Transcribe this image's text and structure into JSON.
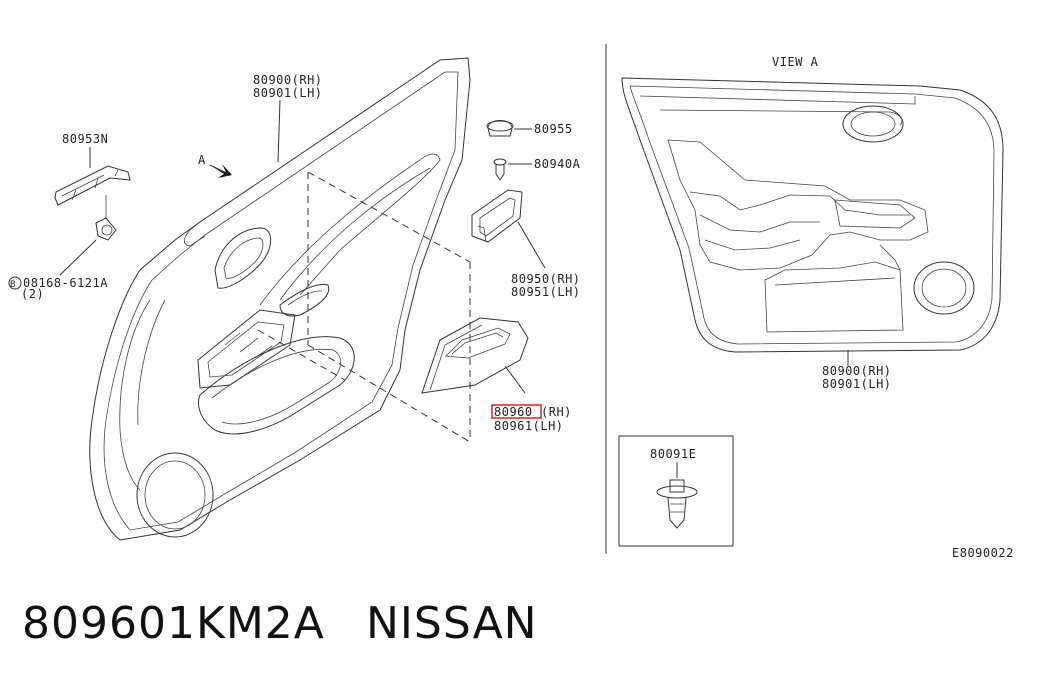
{
  "diagram": {
    "view_label": "VIEW A",
    "arrow_label": "A",
    "parts": {
      "p80900": {
        "rh": "80900(RH)",
        "lh": "80901(LH)"
      },
      "p80953N": "80953N",
      "p08168": {
        "prefix": "B",
        "code": "08168-6121A",
        "qty": "(2)"
      },
      "p80955": "80955",
      "p80940A": "80940A",
      "p80950": {
        "rh": "80950(RH)",
        "lh": "80951(LH)"
      },
      "p80960": {
        "code": "80960",
        "rh": "(RH)",
        "lh": "80961(LH)"
      },
      "p80900_view": {
        "rh": "80900(RH)",
        "lh": "80901(LH)"
      },
      "p80091E": "80091E"
    },
    "diagram_code": "E8090022",
    "highlight_color": "#e02020"
  },
  "footer": {
    "part_number": "809601KM2A",
    "brand": "NISSAN"
  }
}
